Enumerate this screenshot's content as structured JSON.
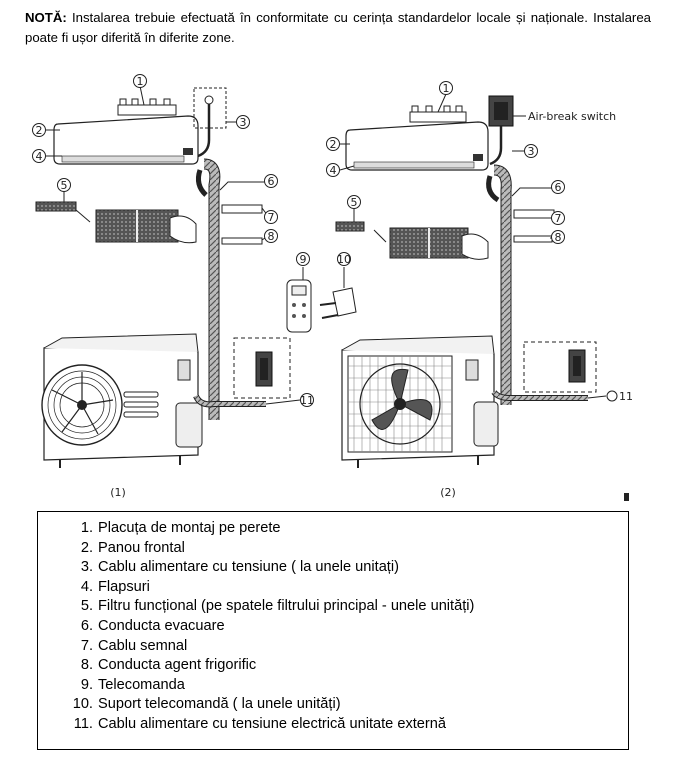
{
  "note": {
    "prefix": "NOTĂ:",
    "text": " Instalarea trebuie efectuată în conformitate cu cerința standardelor locale și naționale. Instalarea poate fi ușor diferită în diferite zone."
  },
  "diagram": {
    "callouts_left": [
      "1",
      "2",
      "3",
      "4",
      "5",
      "6",
      "7",
      "8",
      "9",
      "10",
      "11"
    ],
    "callouts_right": [
      "1",
      "2",
      "3",
      "4",
      "5",
      "6",
      "7",
      "8",
      "11"
    ],
    "airbreak_label": "Air-break switch",
    "caption_left": "(1)",
    "caption_right": "(2)"
  },
  "legend": [
    {
      "num": "1.",
      "text": "Placuța de montaj pe perete"
    },
    {
      "num": "2.",
      "text": "Panou frontal"
    },
    {
      "num": "3.",
      "text": "Cablu alimentare cu tensiune ( la unele unitați)"
    },
    {
      "num": "4.",
      "text": "Flapsuri"
    },
    {
      "num": "5.",
      "text": "Filtru funcțional (pe spatele filtrului principal - unele unități)"
    },
    {
      "num": "6.",
      "text": "Conducta evacuare"
    },
    {
      "num": "7.",
      "text": "Cablu semnal"
    },
    {
      "num": "8.",
      "text": "Conducta agent frigorific"
    },
    {
      "num": "9.",
      "text": "Telecomanda"
    },
    {
      "num": "10.",
      "text": "Suport telecomandă ( la unele unități)"
    },
    {
      "num": "11.",
      "text": "Cablu alimentare cu tensiune electrică unitate externă"
    }
  ]
}
